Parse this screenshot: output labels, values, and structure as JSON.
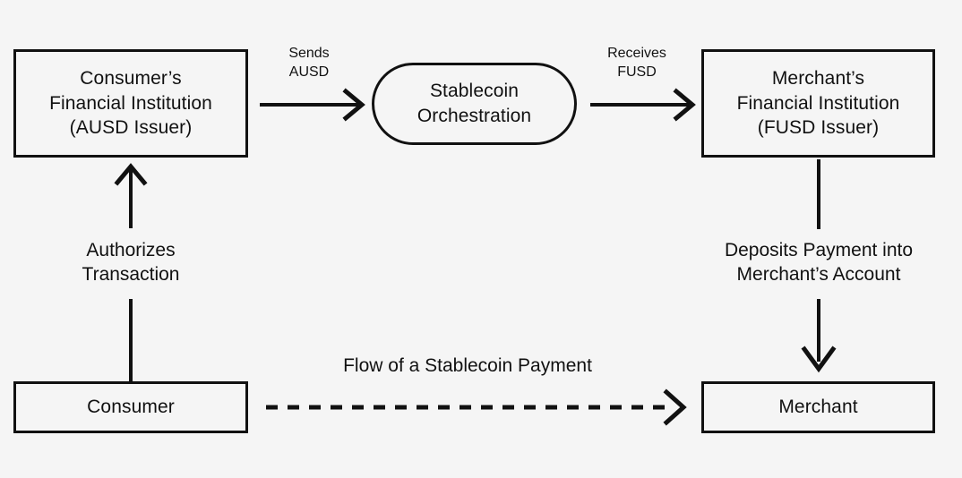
{
  "diagram": {
    "background_color": "#f5f5f5",
    "stroke_color": "#111111",
    "nodes": {
      "consumer_fi": {
        "line1": "Consumer’s",
        "line2": "Financial Institution",
        "line3": "(AUSD Issuer)"
      },
      "stablecoin_orchestration": {
        "line1": "Stablecoin",
        "line2": "Orchestration"
      },
      "merchant_fi": {
        "line1": "Merchant’s",
        "line2": "Financial Institution",
        "line3": "(FUSD Issuer)"
      },
      "consumer": {
        "line1": "Consumer"
      },
      "merchant": {
        "line1": "Merchant"
      }
    },
    "edge_labels": {
      "sends_ausd": {
        "line1": "Sends",
        "line2": "AUSD"
      },
      "receives_fusd": {
        "line1": "Receives",
        "line2": "FUSD"
      },
      "authorizes_transaction": {
        "line1": "Authorizes",
        "line2": "Transaction"
      },
      "deposits_payment": {
        "line1": "Deposits Payment into",
        "line2": "Merchant’s Account"
      },
      "flow_of_payment": {
        "line1": "Flow of a Stablecoin Payment"
      }
    }
  }
}
